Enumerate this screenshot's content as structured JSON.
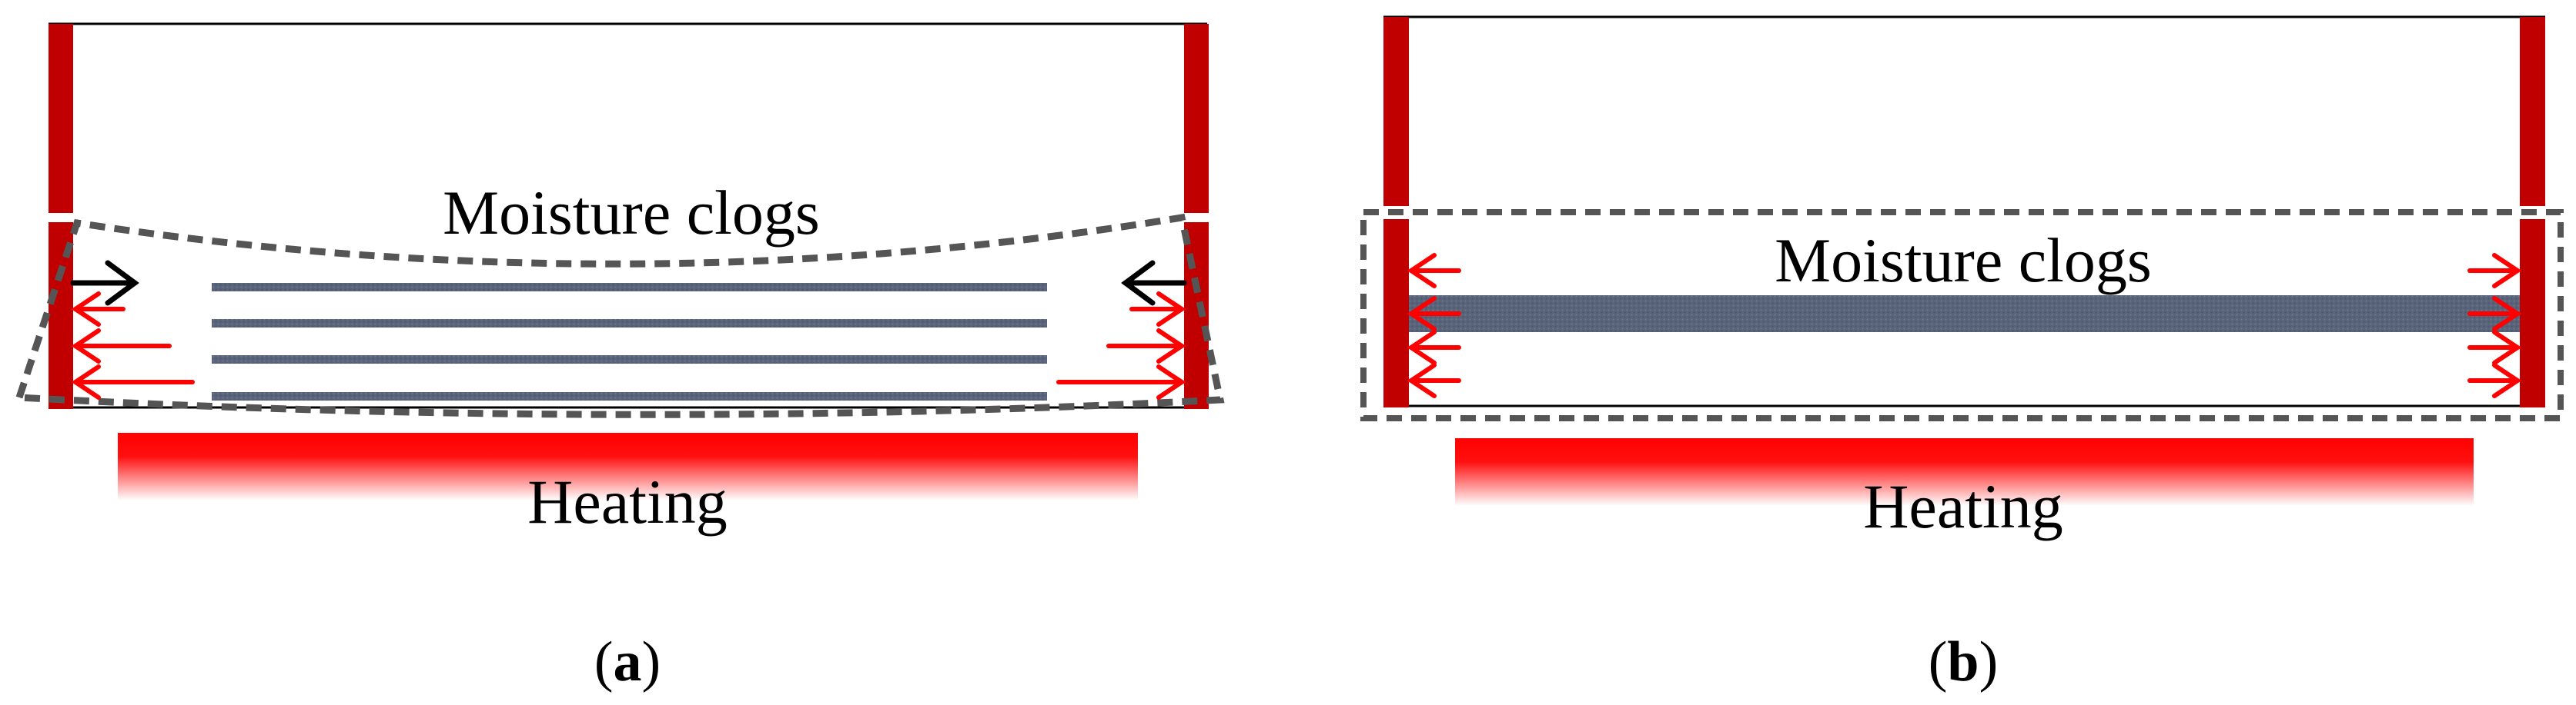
{
  "figure": {
    "panels": [
      {
        "id": "a",
        "moisture_label": "Moisture clogs",
        "heating_label": "Heating",
        "caption": {
          "open": "(",
          "letter": "a",
          "close": ")"
        }
      },
      {
        "id": "b",
        "moisture_label": "Moisture clogs",
        "heating_label": "Heating",
        "caption": {
          "open": "(",
          "letter": "b",
          "close": ")"
        }
      }
    ],
    "colors": {
      "wall": "#c00000",
      "arrow_red": "#ff0000",
      "arrow_black": "#000000",
      "layer": "#59637a",
      "dashed_outline": "#555555",
      "heating_top": "#ff0000",
      "heating_bottom": "#ffffff"
    }
  }
}
